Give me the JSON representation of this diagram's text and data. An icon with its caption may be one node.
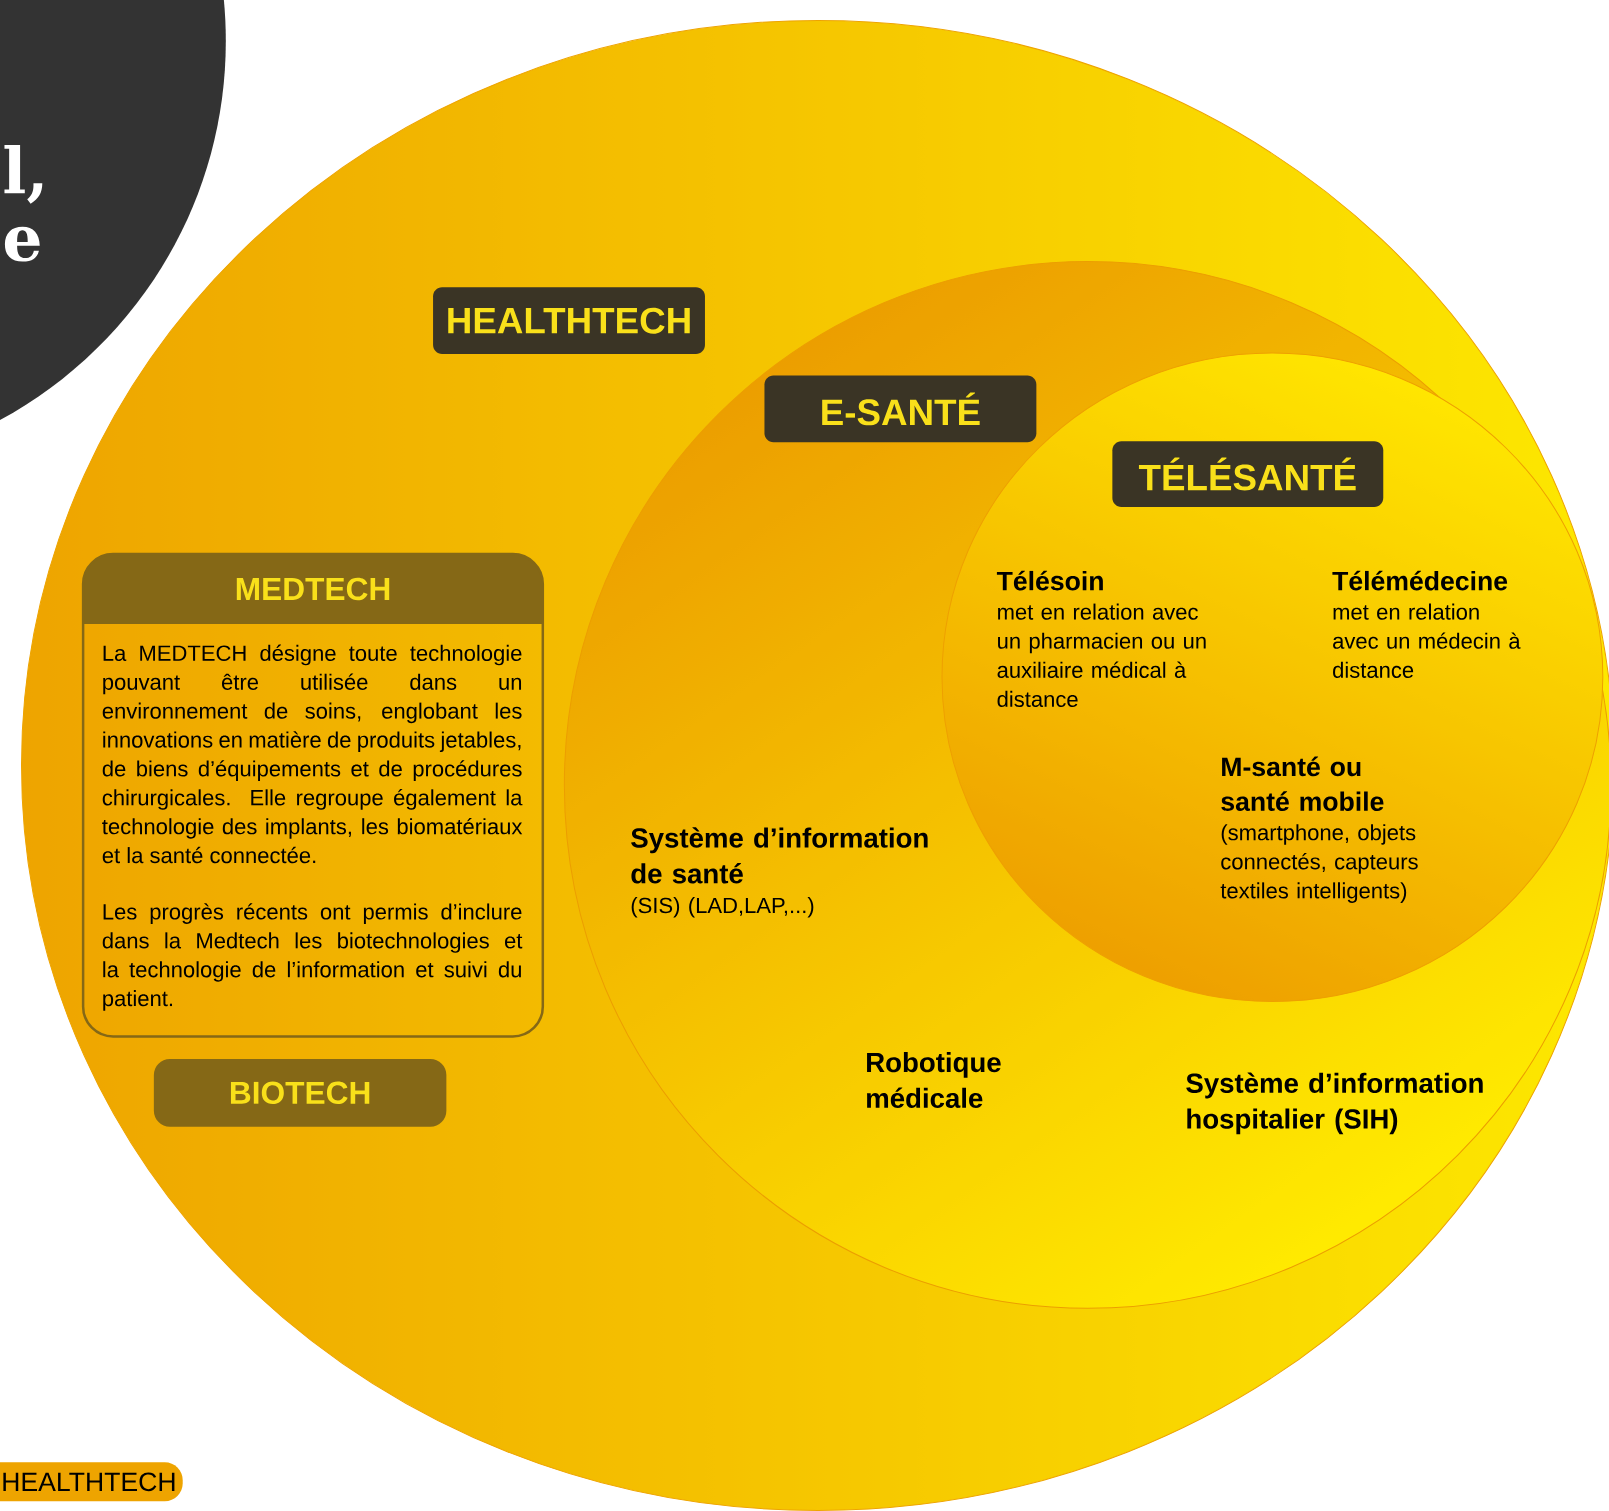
{
  "diagram": {
    "nodes": [
      {
        "text": [],
        "shape": "circle"
      },
      {
        "text": [
          "HEALTHTECH"
        ],
        "in": 0
      },
      {
        "text": [
          "MEDTECH",
          "La MEDTECH désigne toute technologie pouvant être utilisée dans un environnement de soins, englobant les innovations en matière de produits jetables, de biens d’équipements et de procédures chirurgicales. Elle regroupe également la technologie des implants, les biomatériaux et la santé connectée.",
          "Les progrès récents ont permis d’inclure dans la Medtech les biotechnologies et la technologie de l’information et suivi du patient."
        ],
        "in": 0
      },
      {
        "text": [
          "BIOTECH"
        ],
        "in": 0
      },
      {
        "text": [
          "Système d’information de santé",
          "(SIS) (LAD,LAP,...)",
          "Robotique médicale",
          "Système d’information hospitalier (SIH)"
        ],
        "in": 0
      },
      {
        "text": [
          "E-SANTÉ"
        ],
        "in": 4
      },
      {
        "text": [
          "Télésoin",
          "met en relation avec un pharmacien ou un auxiliaire médical à distance",
          "Télémédecine",
          "met en relation avec un médecin à distance",
          "M-santé ou santé mobile",
          "(smartphone, objets connectés, capteurs textiles intelligents)"
        ],
        "in": 4
      },
      {
        "text": [
          "TÉLÉSANTÉ"
        ],
        "in": 6
      },
      {
        "text": [
          "l,",
          "e"
        ]
      },
      {
        "text": [
          "HEALTHTECH"
        ]
      }
    ]
  }
}
